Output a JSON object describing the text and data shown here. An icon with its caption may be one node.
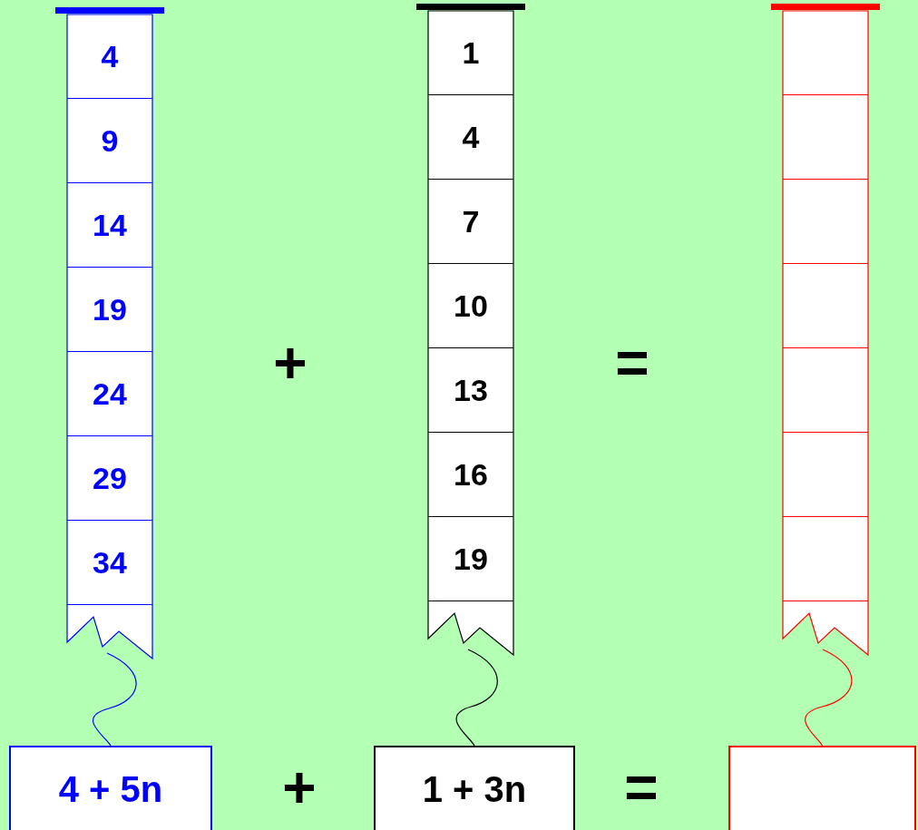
{
  "diagram": {
    "nodes": [
      {
        "text": [],
        "shape": "box"
      },
      {
        "text": [
          "4"
        ],
        "in": 0
      },
      {
        "text": [
          "9"
        ],
        "in": 0
      },
      {
        "text": [
          "14"
        ],
        "in": 0
      },
      {
        "text": [
          "19"
        ],
        "in": 0
      },
      {
        "text": [
          "24"
        ],
        "in": 0
      },
      {
        "text": [
          "29"
        ],
        "in": 0
      },
      {
        "text": [
          "34"
        ],
        "in": 0
      },
      {
        "text": [],
        "shape": "box"
      },
      {
        "text": [
          "1"
        ],
        "in": 8
      },
      {
        "text": [
          "4"
        ],
        "in": 8
      },
      {
        "text": [
          "7"
        ],
        "in": 8
      },
      {
        "text": [
          "10"
        ],
        "in": 8
      },
      {
        "text": [
          "13"
        ],
        "in": 8
      },
      {
        "text": [
          "16"
        ],
        "in": 8
      },
      {
        "text": [
          "19"
        ],
        "in": 8
      },
      {
        "text": [],
        "shape": "box"
      },
      {
        "text": [],
        "shape": "box",
        "in": 16
      },
      {
        "text": [],
        "shape": "box",
        "in": 16
      },
      {
        "text": [],
        "shape": "box",
        "in": 16
      },
      {
        "text": [],
        "shape": "box",
        "in": 16
      },
      {
        "text": [],
        "shape": "box",
        "in": 16
      },
      {
        "text": [],
        "shape": "box",
        "in": 16
      },
      {
        "text": [],
        "shape": "box",
        "in": 16
      },
      {
        "text": [
          "4 + 5n"
        ]
      },
      {
        "text": [
          "1 + 3n"
        ]
      },
      {
        "text": [],
        "shape": "box"
      }
    ],
    "edges": [
      {
        "from": 0,
        "to": 24,
        "arrow": "none",
        "color": "#0000ff"
      },
      {
        "from": 8,
        "to": 25,
        "arrow": "none",
        "color": "#000000"
      },
      {
        "from": 16,
        "to": 26,
        "arrow": "none",
        "color": "#ff0000"
      }
    ],
    "labels": [
      "+",
      "=",
      "+",
      "="
    ]
  }
}
